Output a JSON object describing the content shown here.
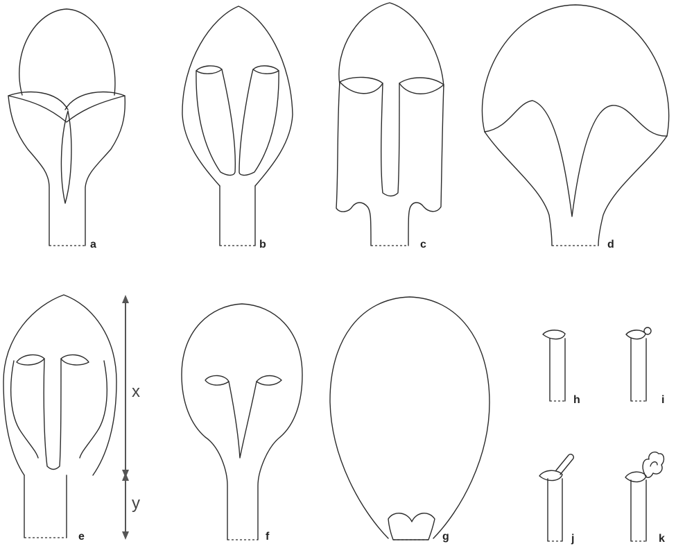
{
  "figure": {
    "panel_labels": [
      "a",
      "b",
      "c",
      "d",
      "e",
      "f",
      "g",
      "h",
      "i",
      "j",
      "k"
    ],
    "dimension_labels": {
      "upper": "x",
      "lower": "y"
    }
  }
}
